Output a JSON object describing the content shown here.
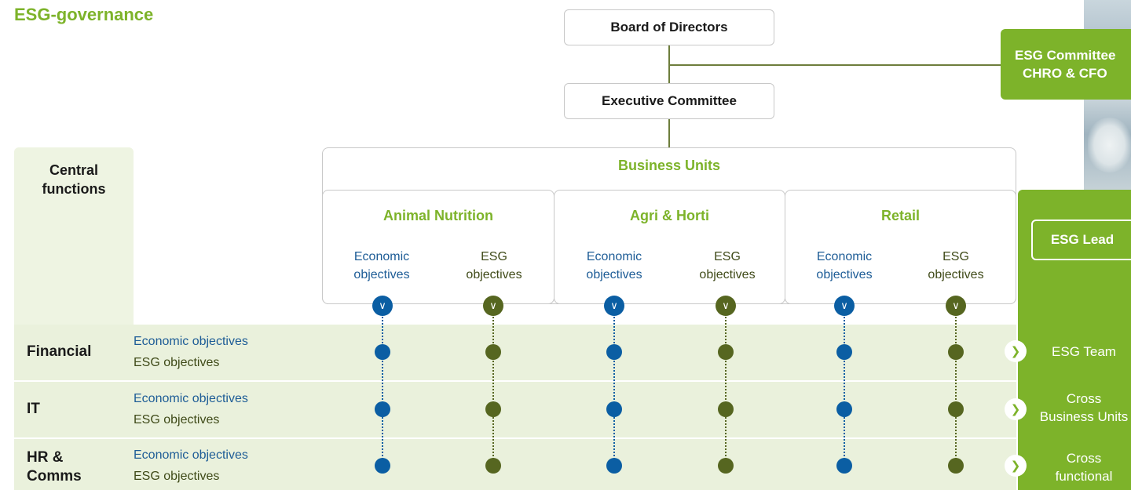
{
  "title": "ESG-governance",
  "board": "Board of Directors",
  "executive": "Executive Committee",
  "esg_committee": {
    "line1": "ESG Committee",
    "line2": "CHRO & CFO"
  },
  "central_functions": {
    "line1": "Central",
    "line2": "functions"
  },
  "business_units_title": "Business Units",
  "units": [
    {
      "name": "Animal Nutrition",
      "econ_1": "Economic",
      "econ_2": "objectives",
      "esg_1": "ESG",
      "esg_2": "objectives"
    },
    {
      "name": "Agri & Horti",
      "econ_1": "Economic",
      "econ_2": "objectives",
      "esg_1": "ESG",
      "esg_2": "objectives"
    },
    {
      "name": "Retail",
      "econ_1": "Economic",
      "econ_2": "objectives",
      "esg_1": "ESG",
      "esg_2": "objectives"
    }
  ],
  "rows": [
    {
      "name_1": "Financial",
      "name_2": "",
      "econ": "Economic objectives",
      "esg": "ESG objectives"
    },
    {
      "name_1": "IT",
      "name_2": "",
      "econ": "Economic objectives",
      "esg": "ESG objectives"
    },
    {
      "name_1": "HR &",
      "name_2": "Comms",
      "econ": "Economic objectives",
      "esg": "ESG objectives"
    }
  ],
  "esg_lead": "ESG Lead",
  "teams": [
    {
      "line1": "ESG Team",
      "line2": ""
    },
    {
      "line1": "Cross",
      "line2": "Business Units"
    },
    {
      "line1": "Cross",
      "line2": "functional"
    }
  ],
  "icons": {
    "chevron": "chevron-down-icon",
    "arrow": "chevron-right-icon"
  },
  "colors": {
    "green": "#7db32a",
    "blue": "#0b5ea3",
    "olive": "#566620",
    "row_bg": "#eaf1dc"
  }
}
